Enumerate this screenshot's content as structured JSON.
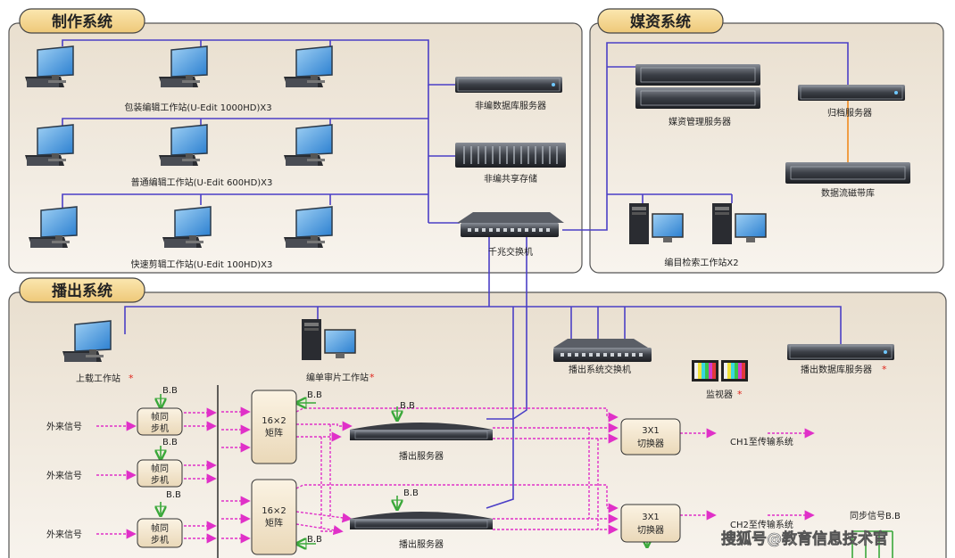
{
  "sections": {
    "production": {
      "title": "制作系统"
    },
    "media_asset": {
      "title": "媒资系统"
    },
    "playout": {
      "title": "播出系统"
    }
  },
  "production": {
    "group1_label": "包装编辑工作站(U-Edit 1000HD)X3",
    "group2_label": "普通编辑工作站(U-Edit 600HD)X3",
    "group3_label": "快速剪辑工作站(U-Edit 100HD)X3",
    "db_server_label": "非编数据库服务器",
    "shared_storage_label": "非编共享存储",
    "switch_label": "千兆交换机"
  },
  "media_asset": {
    "mgmt_server_label": "媒资管理服务器",
    "archive_server_label": "归档服务器",
    "tape_library_label": "数据流磁带库",
    "catalog_ws_label": "编目检索工作站X2"
  },
  "playout": {
    "upload_ws_label": "上载工作站",
    "review_ws_label": "编单审片工作站",
    "playout_switch_label": "播出系统交换机",
    "playout_db_label": "播出数据库服务器",
    "monitor_label": "监视器",
    "star": "*",
    "bb": "B.B",
    "ext_signal": "外来信号",
    "sync_line1": "帧同",
    "sync_line2": "步机",
    "matrix_line1": "16×2",
    "matrix_line2": "矩阵",
    "playout_server_label": "播出服务器",
    "switcher_line1": "3X1",
    "switcher_line2": "切换器",
    "ch1_label": "CH1至传输系统",
    "ch2_label": "CH2至传输系统",
    "sync_signal_label": "同步信号B.B"
  },
  "watermark": "搜狐号@教育信息技术官",
  "colors": {
    "network_line": "#4b3fc6",
    "signal_line": "#e030c8",
    "fiber_line": "#f08a1e",
    "bb_arrow": "#3aa83a",
    "panel_fill": "#efe7da",
    "title_fill": "#f3d99a"
  }
}
